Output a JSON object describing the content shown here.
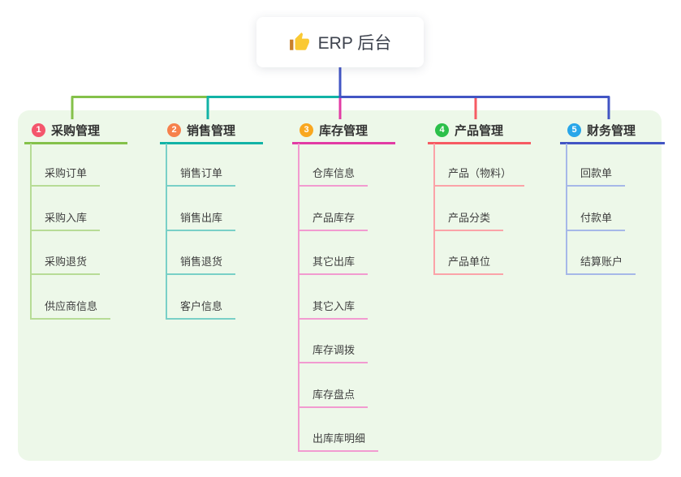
{
  "root": {
    "label": "ERP 后台",
    "icon": "thumbs-up-icon",
    "connector_color": "#4255c4"
  },
  "panel": {
    "background": "#edf8e9"
  },
  "branches": [
    {
      "id": "purchase",
      "badge": "1",
      "label": "采购管理",
      "badge_color": "#f4566c",
      "line_color": "#84c14a",
      "child_line_color": "#b7dc96",
      "children": [
        "采购订单",
        "采购入库",
        "采购退货",
        "供应商信息"
      ]
    },
    {
      "id": "sales",
      "badge": "2",
      "label": "销售管理",
      "badge_color": "#f6814c",
      "line_color": "#12b3a6",
      "child_line_color": "#79d0c7",
      "children": [
        "销售订单",
        "销售出库",
        "销售退货",
        "客户信息"
      ]
    },
    {
      "id": "inventory",
      "badge": "3",
      "label": "库存管理",
      "badge_color": "#f9a71f",
      "line_color": "#e23ba4",
      "child_line_color": "#f29bd0",
      "children": [
        "仓库信息",
        "产品库存",
        "其它出库",
        "其它入库",
        "库存调拨",
        "库存盘点",
        "出库库明细"
      ]
    },
    {
      "id": "product",
      "badge": "4",
      "label": "产品管理",
      "badge_color": "#2cc04a",
      "line_color": "#f65b63",
      "child_line_color": "#fba3a8",
      "children": [
        "产品（物料）",
        "产品分类",
        "产品单位"
      ]
    },
    {
      "id": "finance",
      "badge": "5",
      "label": "财务管理",
      "badge_color": "#28a6e9",
      "line_color": "#4255c4",
      "child_line_color": "#a6b8e8",
      "children": [
        "回款单",
        "付款单",
        "结算账户"
      ]
    }
  ]
}
